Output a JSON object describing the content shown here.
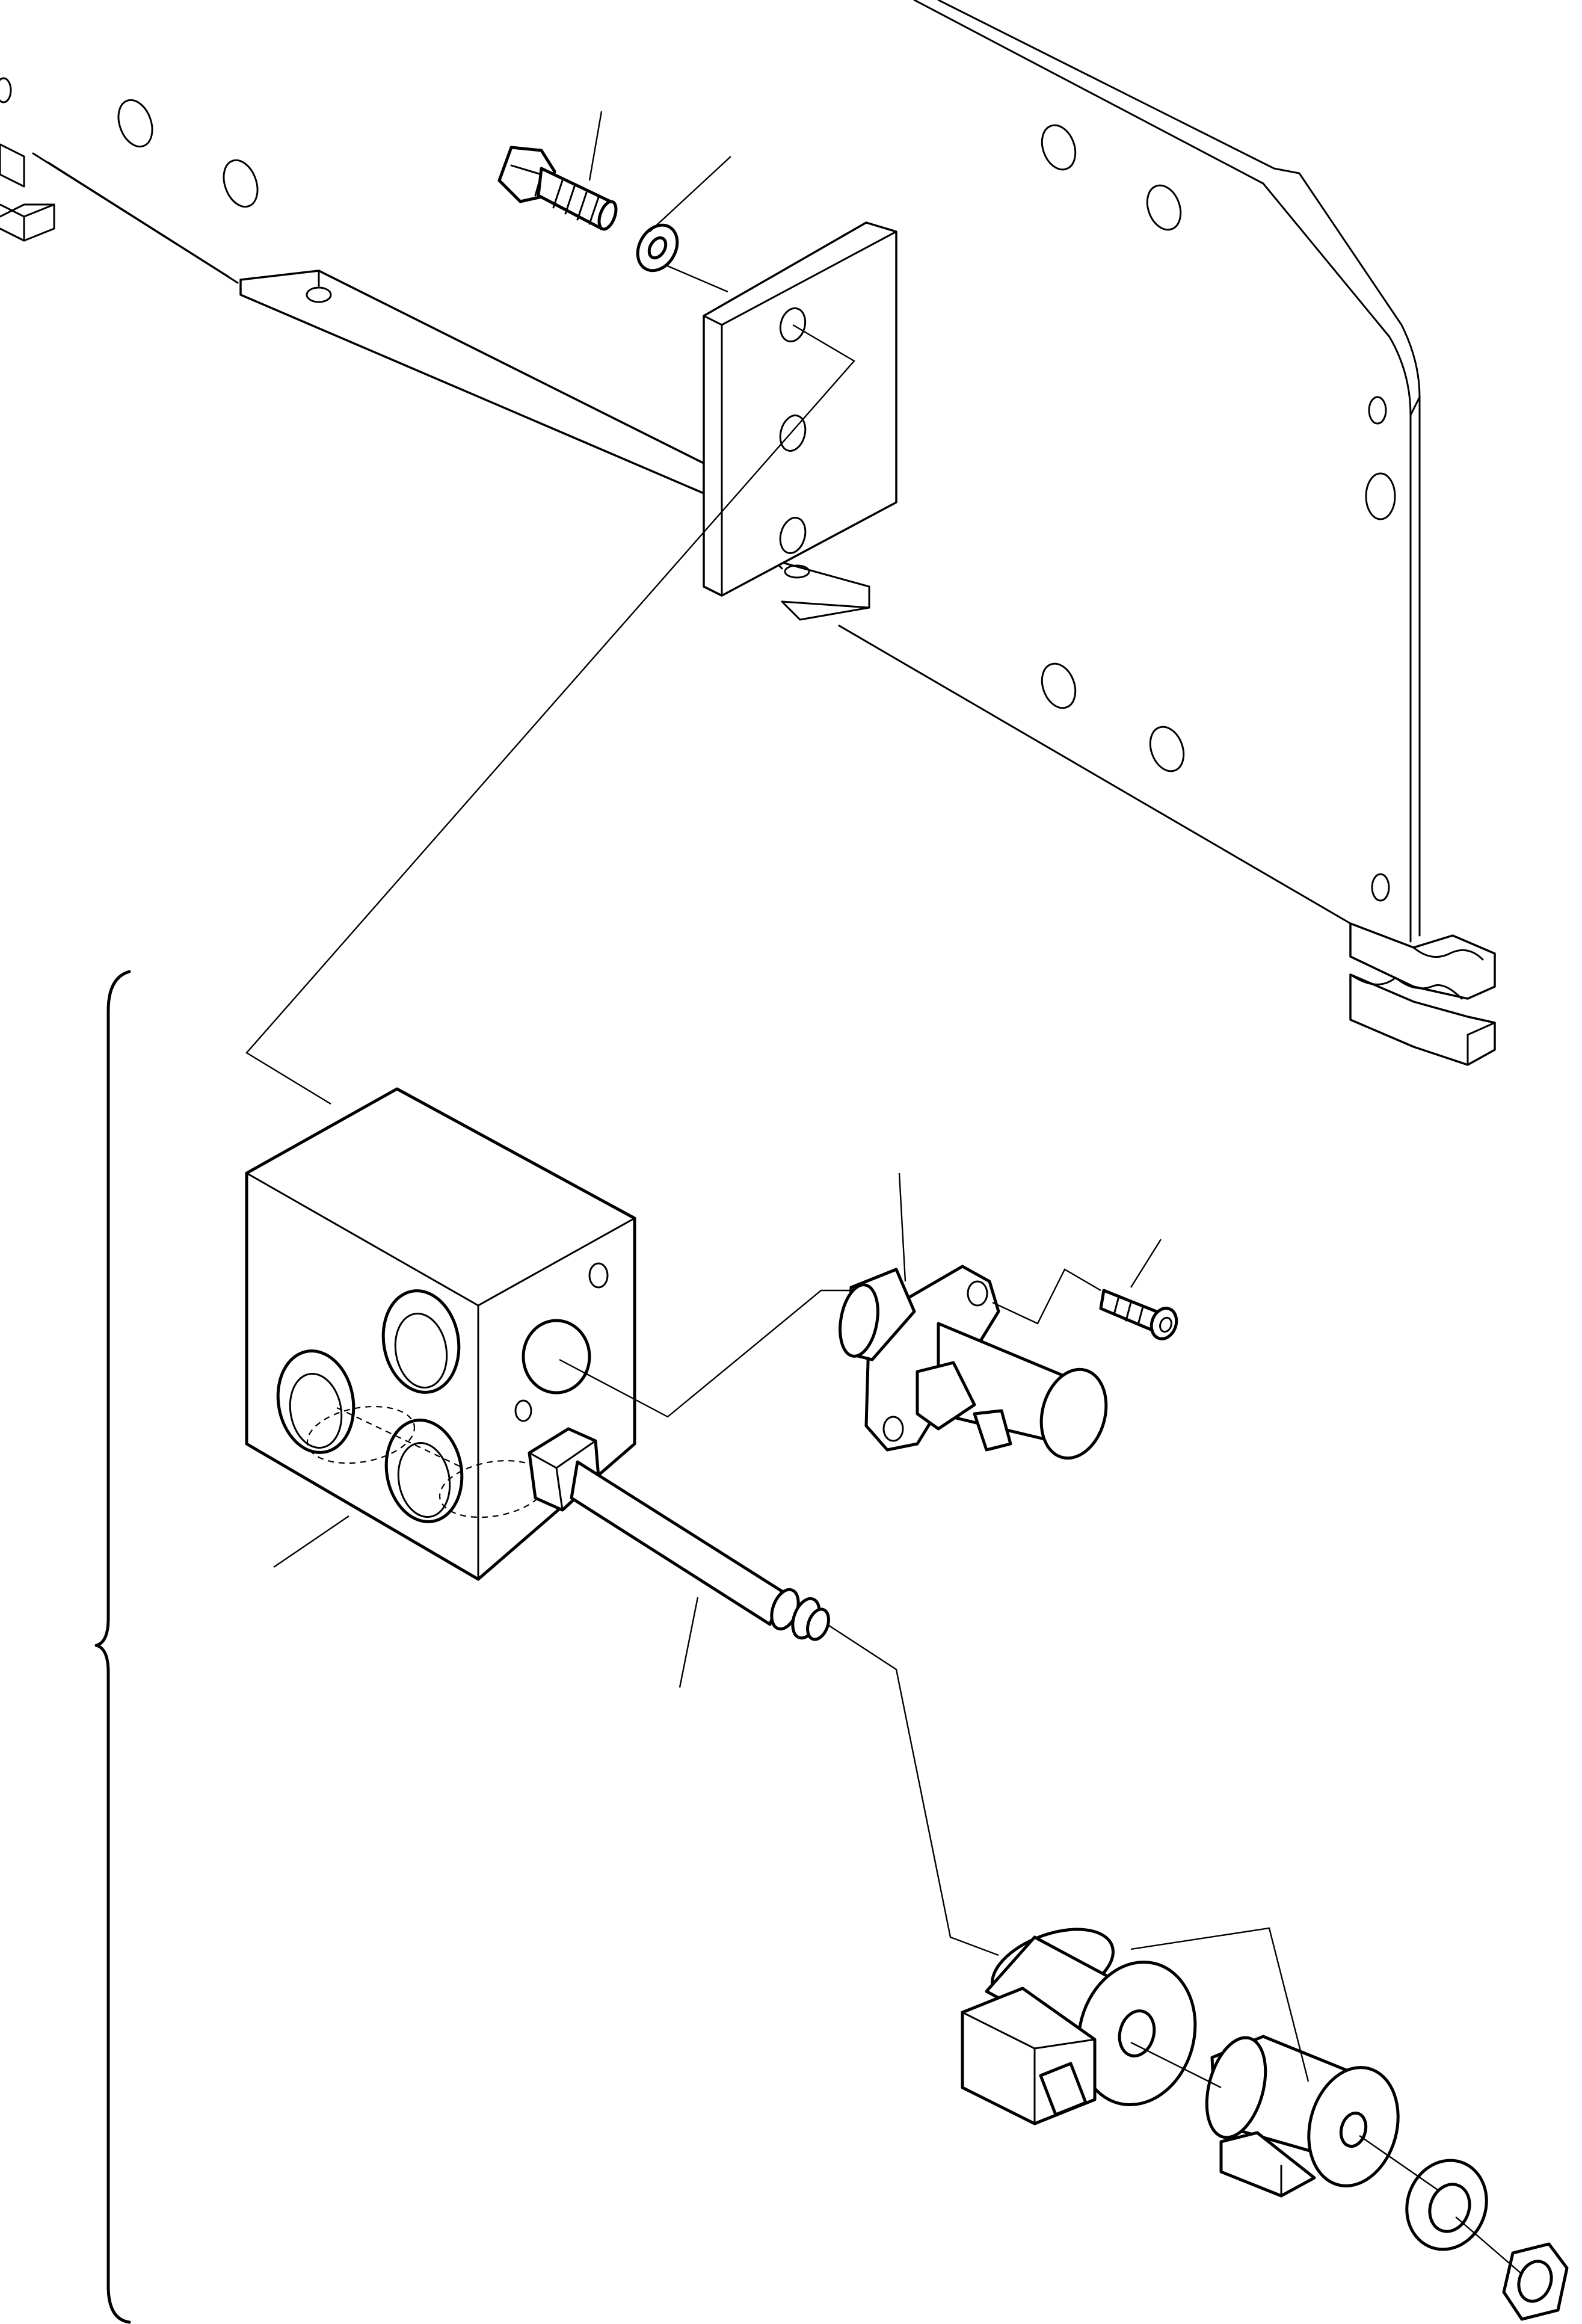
{
  "diagram": {
    "parts": [
      {
        "id": "side-frame-plate"
      },
      {
        "id": "mounting-bracket"
      },
      {
        "id": "hex-bolt"
      },
      {
        "id": "washer"
      },
      {
        "id": "valve-block"
      },
      {
        "id": "cartridge-valve"
      },
      {
        "id": "socket-screw"
      },
      {
        "id": "solenoid-stem"
      },
      {
        "id": "solenoid-coil"
      },
      {
        "id": "coil-sleeve"
      },
      {
        "id": "coil-washer"
      },
      {
        "id": "hex-nut"
      }
    ]
  }
}
